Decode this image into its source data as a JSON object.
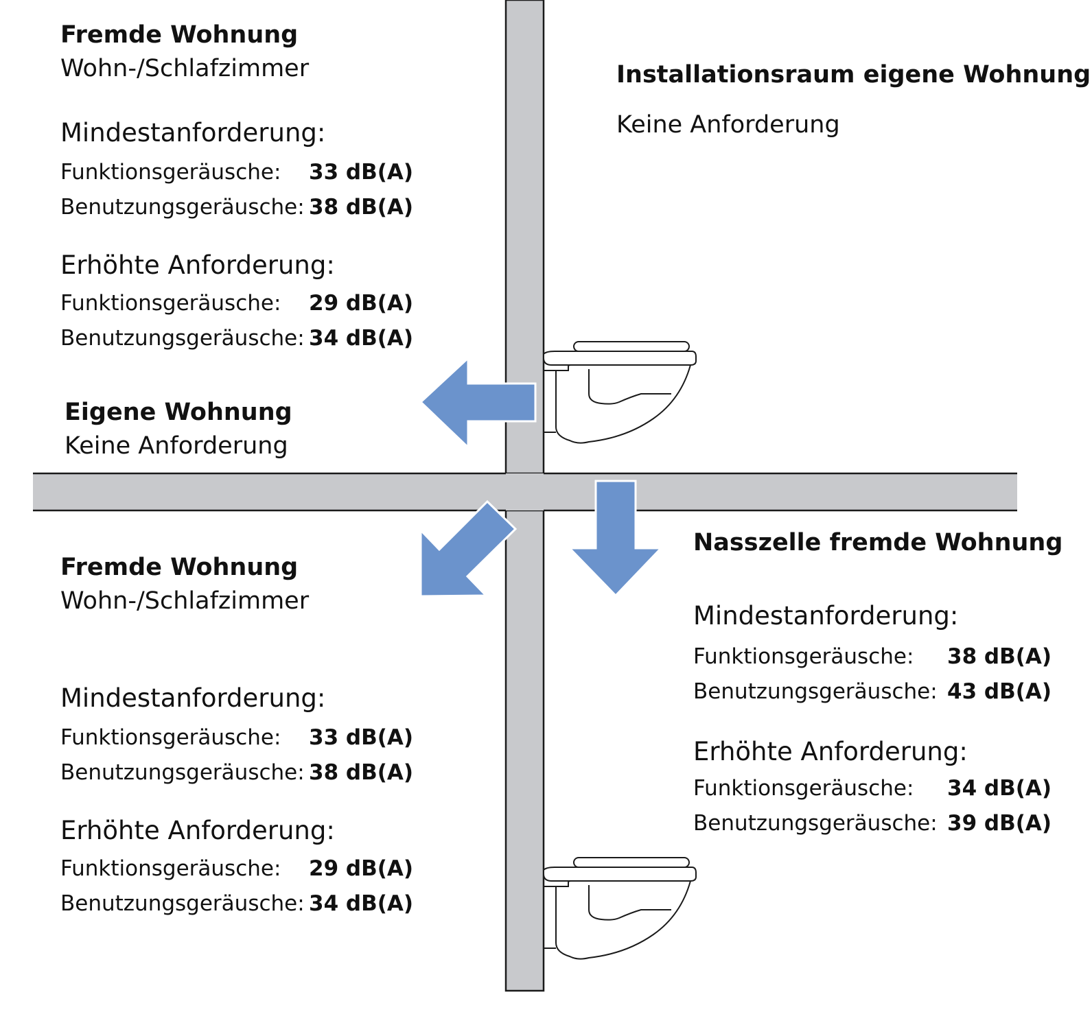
{
  "colors": {
    "wall": "#c8c9cc",
    "arrow": "#6b93cc",
    "outline": "#1a1a1a"
  },
  "icons": [
    "wall-hung-toilet-icon",
    "arrow-left-icon",
    "arrow-down-left-icon",
    "arrow-down-icon"
  ],
  "upper_left": {
    "title": "Fremde Wohnung",
    "subtitle": "Wohn-/Schlafzimmer",
    "min_heading": "Mindestanforderung:",
    "min_rows": [
      {
        "label": "Funktionsgeräusche:",
        "value": "33 dB(A)"
      },
      {
        "label": "Benutzungsgeräusche:",
        "value": "38 dB(A)"
      }
    ],
    "inc_heading": "Erhöhte Anforderung:",
    "inc_rows": [
      {
        "label": "Funktionsgeräusche:",
        "value": "29 dB(A)"
      },
      {
        "label": "Benutzungsgeräusche:",
        "value": "34 dB(A)"
      }
    ]
  },
  "own_flat": {
    "title": "Eigene Wohnung",
    "subtitle": "Keine Anforderung"
  },
  "install_room": {
    "title": "Installationsraum eigene Wohnung",
    "subtitle": "Keine Anforderung"
  },
  "lower_left": {
    "title": "Fremde Wohnung",
    "subtitle": "Wohn-/Schlafzimmer",
    "min_heading": "Mindestanforderung:",
    "min_rows": [
      {
        "label": "Funktionsgeräusche:",
        "value": "33 dB(A)"
      },
      {
        "label": "Benutzungsgeräusche:",
        "value": "38 dB(A)"
      }
    ],
    "inc_heading": "Erhöhte Anforderung:",
    "inc_rows": [
      {
        "label": "Funktionsgeräusche:",
        "value": "29 dB(A)"
      },
      {
        "label": "Benutzungsgeräusche:",
        "value": "34 dB(A)"
      }
    ]
  },
  "wet_cell": {
    "title": "Nasszelle fremde Wohnung",
    "min_heading": "Mindestanforderung:",
    "min_rows": [
      {
        "label": "Funktionsgeräusche:",
        "value": "38 dB(A)"
      },
      {
        "label": "Benutzungsgeräusche:",
        "value": "43 dB(A)"
      }
    ],
    "inc_heading": "Erhöhte Anforderung:",
    "inc_rows": [
      {
        "label": "Funktionsgeräusche:",
        "value": "34 dB(A)"
      },
      {
        "label": "Benutzungsgeräusche:",
        "value": "39 dB(A)"
      }
    ]
  }
}
